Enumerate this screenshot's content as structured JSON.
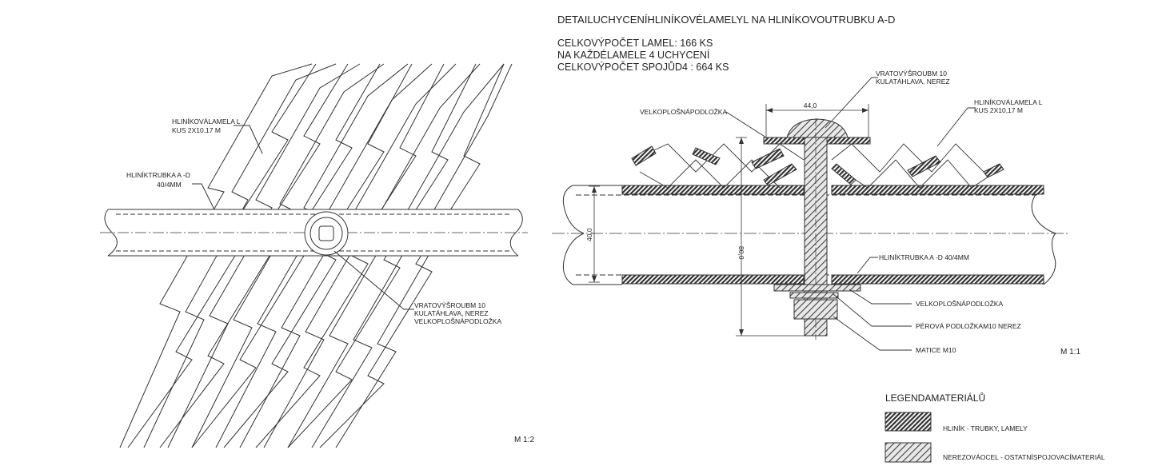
{
  "header": {
    "title": "DETAILUCHYCENÍHLINÍKOVÉLAMELYL NA HLINÍKOVOUTRUBKU A-D",
    "lines": [
      "CELKOVÝPOČET LAMEL: 166 KS",
      "NA KAŽDÉLAMELE 4 UCHYCENÍ",
      "CELKOVÝPOČET SPOJŮD4 : 664 KS"
    ]
  },
  "left_view": {
    "lamel_label": [
      "HLINÍKOVÁLAMELA L",
      "KUS 2X10,17 M"
    ],
    "tube_label": [
      "HLINÍKTRUBKA A -D",
      "40/4MM"
    ],
    "bolt_label": [
      "VRATOVÝŠROUBM 10",
      "KULATÁHLAVA, NEREZ",
      "VELKOPLOŠNÁPODLOŽKA"
    ],
    "scale": "M 1:2"
  },
  "right_view": {
    "bolt_label": [
      "VRATOVÝŠROUBM 10",
      "KULATÁHLAVA, NEREZ"
    ],
    "lamel_label": [
      "HLINÍKOVÁLAMELA L",
      "KUS 2X10,17 M"
    ],
    "washer_top_label": "VELKOPLOŠNÁPODLOŽKA",
    "dim_width": "44,0",
    "dim_tube": "40,0",
    "dim_bolt": "80,0",
    "tube_label": "HLINÍKTRUBKA A -D 40/4MM",
    "washer_bottom_label": "VELKOPLOŠNÁPODLOŽKA",
    "spring_washer_label": "PÉROVÁ PODLOŽKAM10 NEREZ",
    "nut_label": "MATICE M10",
    "scale": "M 1:1"
  },
  "legend": {
    "title": "LEGENDAMATERIÁLŮ",
    "items": [
      {
        "label": "HLINÍK - TRUBKY, LAMELY"
      },
      {
        "label": "NEREZOVÁOCEL - OSTATNÍSPOJOVACÍMATERIÁL"
      }
    ]
  }
}
